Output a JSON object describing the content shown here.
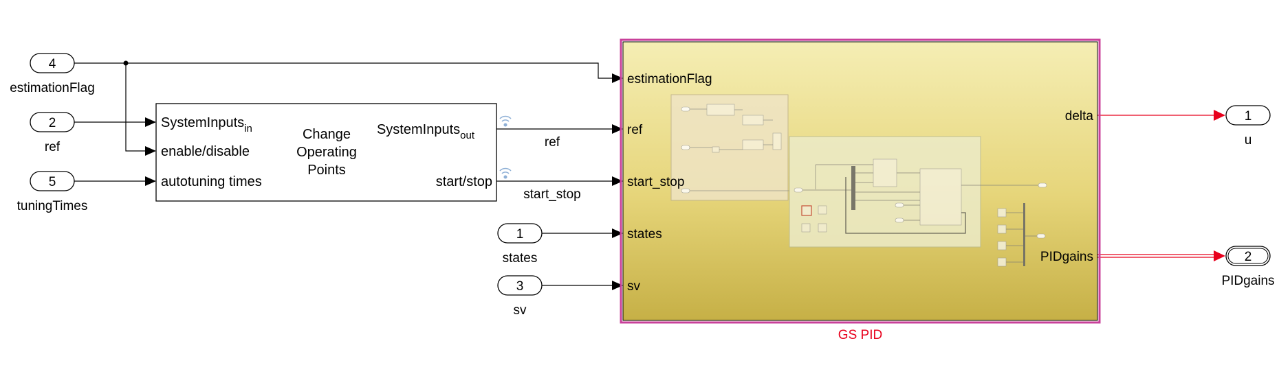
{
  "inports": [
    {
      "num": "4",
      "name": "estimationFlag"
    },
    {
      "num": "2",
      "name": "ref"
    },
    {
      "num": "5",
      "name": "tuningTimes"
    },
    {
      "num": "1",
      "name": "states"
    },
    {
      "num": "3",
      "name": "sv"
    }
  ],
  "outports": [
    {
      "num": "1",
      "name": "u"
    },
    {
      "num": "2",
      "name": "PIDgains"
    }
  ],
  "change_block": {
    "title_lines": [
      "Change",
      "Operating",
      "Points"
    ],
    "in_ports": [
      {
        "label": "SystemInputs",
        "sub": "in"
      },
      {
        "label": "enable/disable",
        "sub": ""
      },
      {
        "label": "autotuning times",
        "sub": ""
      }
    ],
    "out_ports": [
      {
        "label": "SystemInputs",
        "sub": "out"
      },
      {
        "label": "start/stop",
        "sub": ""
      }
    ]
  },
  "signals": {
    "ref": "ref",
    "start_stop": "start_stop"
  },
  "gs_pid": {
    "name": "GS PID",
    "in_ports": [
      "estimationFlag",
      "ref",
      "start_stop",
      "states",
      "sv"
    ],
    "out_ports": [
      "delta",
      "PIDgains"
    ]
  },
  "colors": {
    "highlight": "#e8001c",
    "subsystem_border": "#c8409a",
    "gold_top": "#f4eaa8",
    "gold_bottom": "#c7b44a"
  }
}
